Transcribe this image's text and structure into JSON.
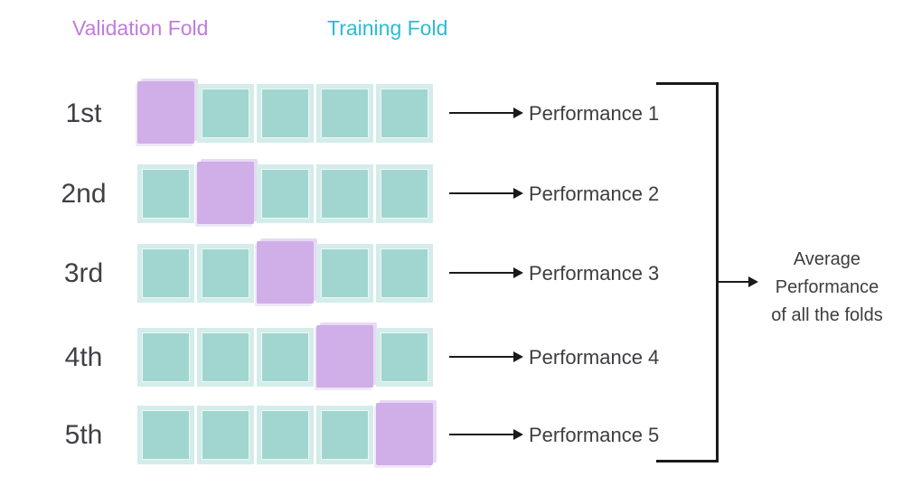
{
  "legend": {
    "validation_label": "Validation Fold",
    "training_label": "Training Fold",
    "validation_color": "#c07be0",
    "training_color": "#2abcd4"
  },
  "colors": {
    "validation_fill": "#d0aee7",
    "training_fill": "#a0d6cf",
    "training_border": "#d4ecea",
    "arrow": "#1a1a1a",
    "text": "#3d3d42"
  },
  "folds_per_row": 5,
  "rows": [
    {
      "label": "1st",
      "validation_index": 0,
      "performance_label": "Performance 1"
    },
    {
      "label": "2nd",
      "validation_index": 1,
      "performance_label": "Performance 2"
    },
    {
      "label": "3rd",
      "validation_index": 2,
      "performance_label": "Performance 3"
    },
    {
      "label": "4th",
      "validation_index": 3,
      "performance_label": "Performance 4"
    },
    {
      "label": "5th",
      "validation_index": 4,
      "performance_label": "Performance 5"
    }
  ],
  "aggregate": {
    "line1": "Average",
    "line2": "Performance",
    "line3": "of all the folds"
  }
}
